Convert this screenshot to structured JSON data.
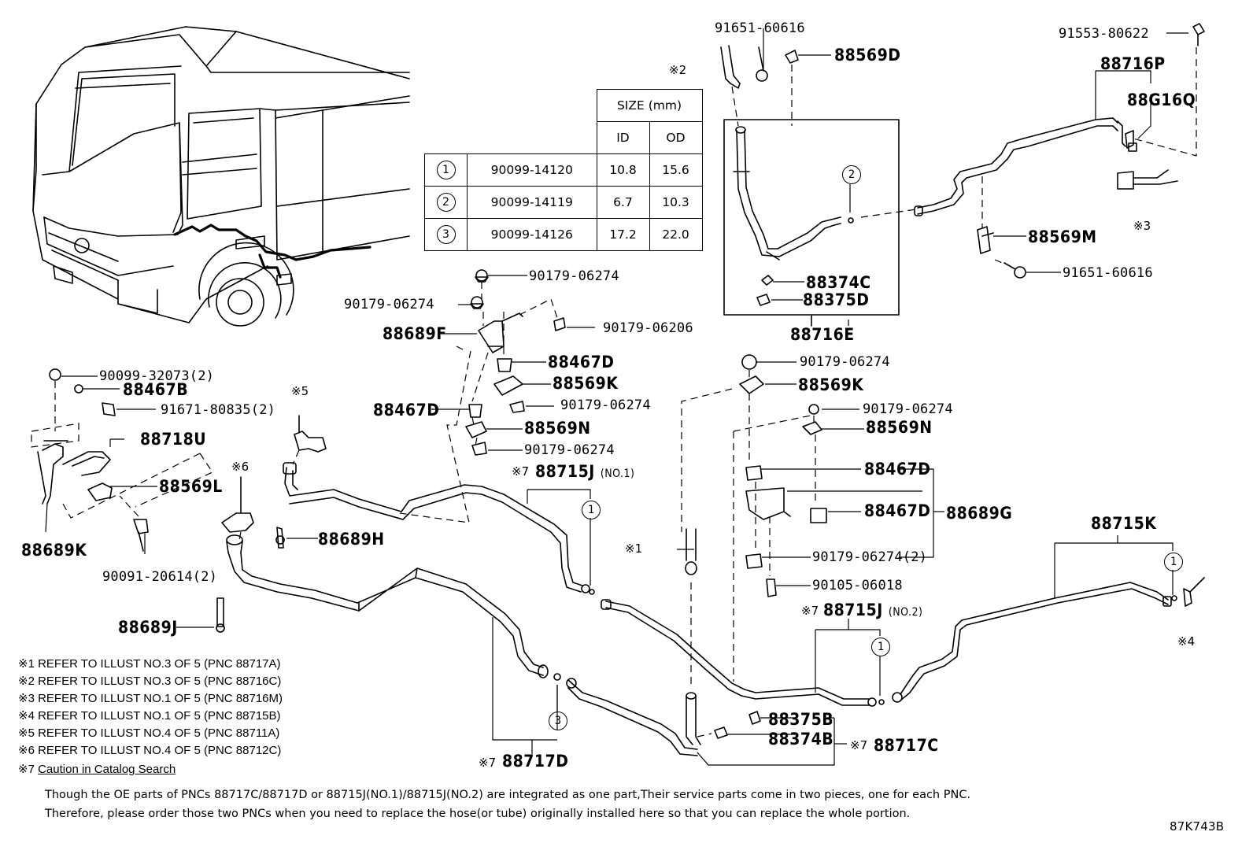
{
  "diagram_id": "87K743B",
  "size_table": {
    "header": "SIZE (mm)",
    "col_id": "ID",
    "col_od": "OD",
    "rows": [
      {
        "no": "1",
        "part": "90099-14120",
        "id": "10.8",
        "od": "15.6"
      },
      {
        "no": "2",
        "part": "90099-14119",
        "id": "6.7",
        "od": "10.3"
      },
      {
        "no": "3",
        "part": "90099-14126",
        "id": "17.2",
        "od": "22.0"
      }
    ]
  },
  "labels": {
    "p91651_60616_top": "91651-60616",
    "p88569D": "88569D",
    "ref2": "※2",
    "p91553_80622": "91553-80622",
    "p88716P": "88716P",
    "p88G16Q": "88G16Q",
    "p88569M": "88569M",
    "ref3": "※3",
    "p91651_60616_right": "91651-60616",
    "p88374C": "88374C",
    "p88375D": "88375D",
    "p88716E": "88716E",
    "p90179_06274_a": "90179-06274",
    "p90179_06274_b": "90179-06274",
    "p88689F": "88689F",
    "p90179_06206": "90179-06206",
    "p88467D_a": "88467D",
    "p88569K_a": "88569K",
    "p88467D_b": "88467D",
    "p90179_06274_c": "90179-06274",
    "p88569N_a": "88569N",
    "p90179_06274_d": "90179-06274",
    "p90099_32073": "90099-32073(2)",
    "p88467B": "88467B",
    "p91671_80835": "91671-80835(2)",
    "ref5": "※5",
    "p88718U": "88718U",
    "p88569L": "88569L",
    "ref6": "※6",
    "p88689K": "88689K",
    "p88689H": "88689H",
    "p90091_20614": "90091-20614(2)",
    "p88689J": "88689J",
    "p88715J_no1": "88715J",
    "p88715J_no1_sub": "(NO.1)",
    "ref7_a": "※7",
    "ref1": "※1",
    "p90179_06274_e": "90179-06274",
    "p88569K_b": "88569K",
    "p90179_06274_f": "90179-06274",
    "p88569N_b": "88569N",
    "p88467D_c": "88467D",
    "p88467D_d": "88467D",
    "p88689G": "88689G",
    "p90179_06274_2": "90179-06274(2)",
    "p90105_06018": "90105-06018",
    "ref7_b": "※7",
    "p88715J_no2": "88715J",
    "p88715J_no2_sub": "(NO.2)",
    "p88715K": "88715K",
    "ref4": "※4",
    "p88375B": "88375B",
    "p88374B": "88374B",
    "ref7_c": "※7",
    "p88717C": "88717C",
    "ref7_d": "※7",
    "p88717D": "88717D",
    "circle1": "1",
    "circle2": "2",
    "circle3": "3"
  },
  "notes": [
    "※1 REFER TO ILLUST NO.3 OF 5 (PNC 88717A)",
    "※2 REFER TO ILLUST NO.3 OF 5 (PNC 88716C)",
    "※3 REFER TO ILLUST NO.1 OF 5 (PNC 88716M)",
    "※4 REFER TO ILLUST NO.1 OF 5 (PNC 88715B)",
    "※5 REFER TO ILLUST NO.4 OF 5 (PNC 88711A)",
    "※6 REFER TO ILLUST NO.4 OF 5 (PNC 88712C)"
  ],
  "note7_prefix": "※7",
  "note7_link": "Caution in Catalog Search",
  "footer": [
    "Though the OE parts of PNCs 88717C/88717D or 88715J(NO.1)/88715J(NO.2) are integrated as one part,Their service parts come in two pieces, one for each PNC.",
    "Therefore, please order those two PNCs when you need to replace the hose(or tube) originally installed here so that you can replace the whole portion."
  ]
}
